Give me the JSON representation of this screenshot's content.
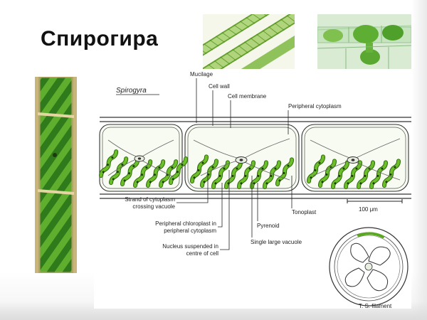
{
  "title": "Спирогира",
  "diagram": {
    "heading": "Spirogyra",
    "labels": {
      "mucilage": "Mucilage",
      "cell_wall": "Cell wall",
      "cell_membrane": "Cell membrane",
      "peripheral_cytoplasm": "Peripheral cytoplasm",
      "strand_1": "Strand of cytoplasm",
      "strand_2": "crossing vacuole",
      "chloroplast_1": "Peripheral chloroplast in",
      "chloroplast_2": "peripheral cytoplasm",
      "nucleus_1": "Nucleus suspended in",
      "nucleus_2": "centre of cell",
      "pyrenoid": "Pyrenoid",
      "vacuole": "Single large vacuole",
      "tonoplast": "Tonoplast",
      "scale": "100 μm",
      "cross_section_caption": "T. S. filament"
    }
  },
  "colors": {
    "chloroplast": "#5aa81e",
    "chloroplast_dark": "#2e6a0c",
    "photo_green": "#3f8a22",
    "photo_light": "#b6d97a",
    "diagram_line": "#222222"
  }
}
